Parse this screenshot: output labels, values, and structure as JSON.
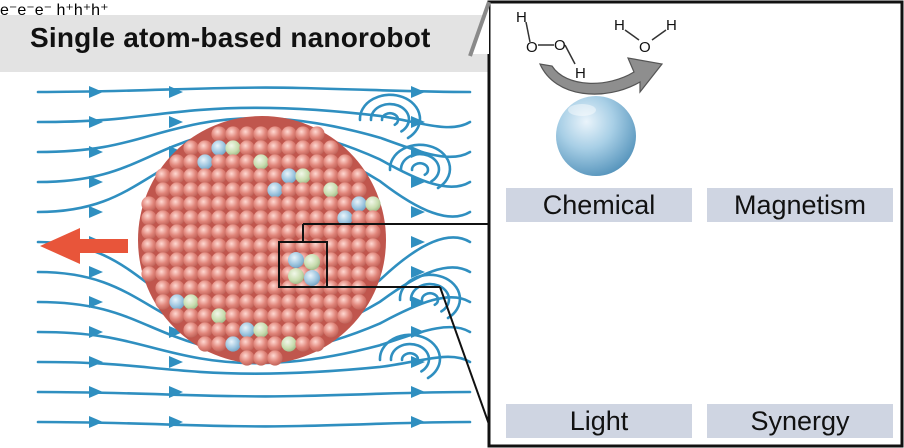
{
  "title": "Single atom-based nanorobot",
  "panels": {
    "chemical": {
      "label": "Chemical",
      "molecule_atoms": [
        "H",
        "O",
        "O",
        "H"
      ],
      "product_atoms": [
        "H",
        "O",
        "H"
      ]
    },
    "magnetism": {
      "label": "Magnetism"
    },
    "light": {
      "label": "Light",
      "electrons": "e⁻e⁻e⁻",
      "holes": "h⁺h⁺h⁺"
    },
    "synergy": {
      "label": "Synergy"
    }
  },
  "colors": {
    "flow_lines": "#2f8fc0",
    "particle": "#d8706a",
    "single_atom_blue": "#93bfdb",
    "single_atom_green": "#c7dcb0",
    "motion_arrow": "#e8553a",
    "label_bg": "#cfd5e2",
    "magnet": "#e6c63a",
    "synergy_green": "#6fb06b"
  }
}
